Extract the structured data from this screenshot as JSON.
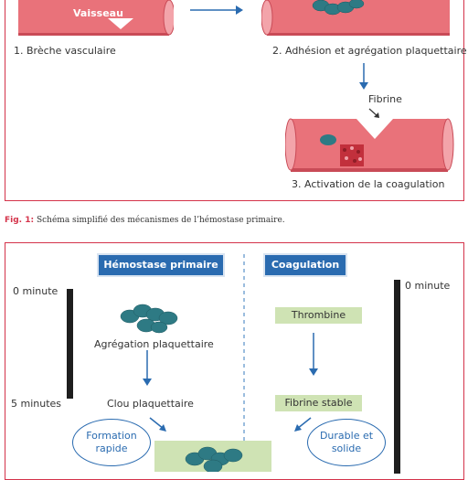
{
  "figure1": {
    "vessel_label": "Vaisseau",
    "step1": "1. Brèche vasculaire",
    "step2": "2. Adhésion et agrégation plaquettaire",
    "fibrine_label": "Fibrine",
    "step3": "3. Activation de la coagulation",
    "caption_label": "Fig. 1:",
    "caption_text": "Schéma simplifié des mécanismes de l’hémostase primaire."
  },
  "figure2": {
    "header_left": "Hémostase primaire",
    "header_right": "Coagulation",
    "time_left_top": "0 minute",
    "time_left_bottom": "5 minutes",
    "time_right_top": "0 minute",
    "aggregation_label": "Agrégation plaquettaire",
    "clot_label": "Clou plaquettaire",
    "thrombine_label": "Thrombine",
    "fibrine_stable_label": "Fibrine stable",
    "oval_left": "Formation rapide",
    "oval_right": "Durable et solide"
  },
  "colors": {
    "accent_red": "#d4334a",
    "vessel_pink": "#e9727a",
    "header_blue": "#2a6bb0",
    "label_green": "#cfe3b4",
    "platelet_teal": "#2e7a84"
  }
}
